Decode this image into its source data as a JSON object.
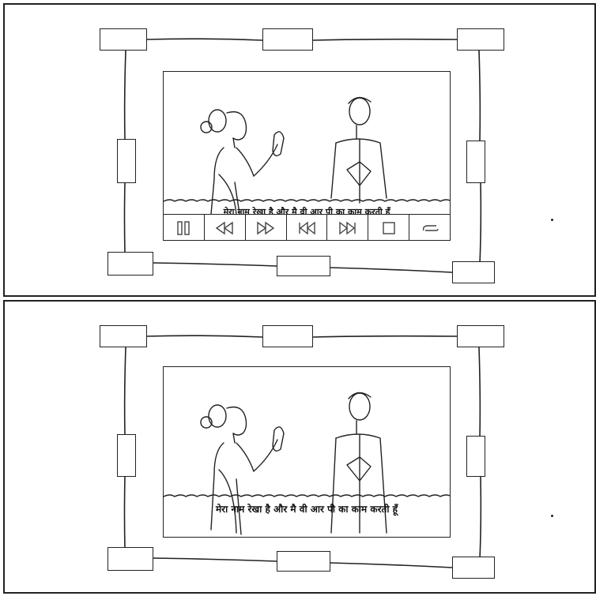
{
  "panels": [
    {
      "id": "expanded",
      "subtitle": "मेरा नाम रेखा है और मै वी आर पी का काम करती हूँ",
      "controls_visible": true,
      "controls": [
        {
          "icon": "pause-icon"
        },
        {
          "icon": "rewind-icon"
        },
        {
          "icon": "fast-forward-icon"
        },
        {
          "icon": "skip-back-icon"
        },
        {
          "icon": "skip-forward-icon"
        },
        {
          "icon": "stop-icon"
        },
        {
          "icon": "loop-icon"
        }
      ]
    },
    {
      "id": "collapsed",
      "subtitle": "मेरा नाम रेखा है और मै वी आर पी का काम करती हूँ",
      "controls_visible": false
    }
  ]
}
